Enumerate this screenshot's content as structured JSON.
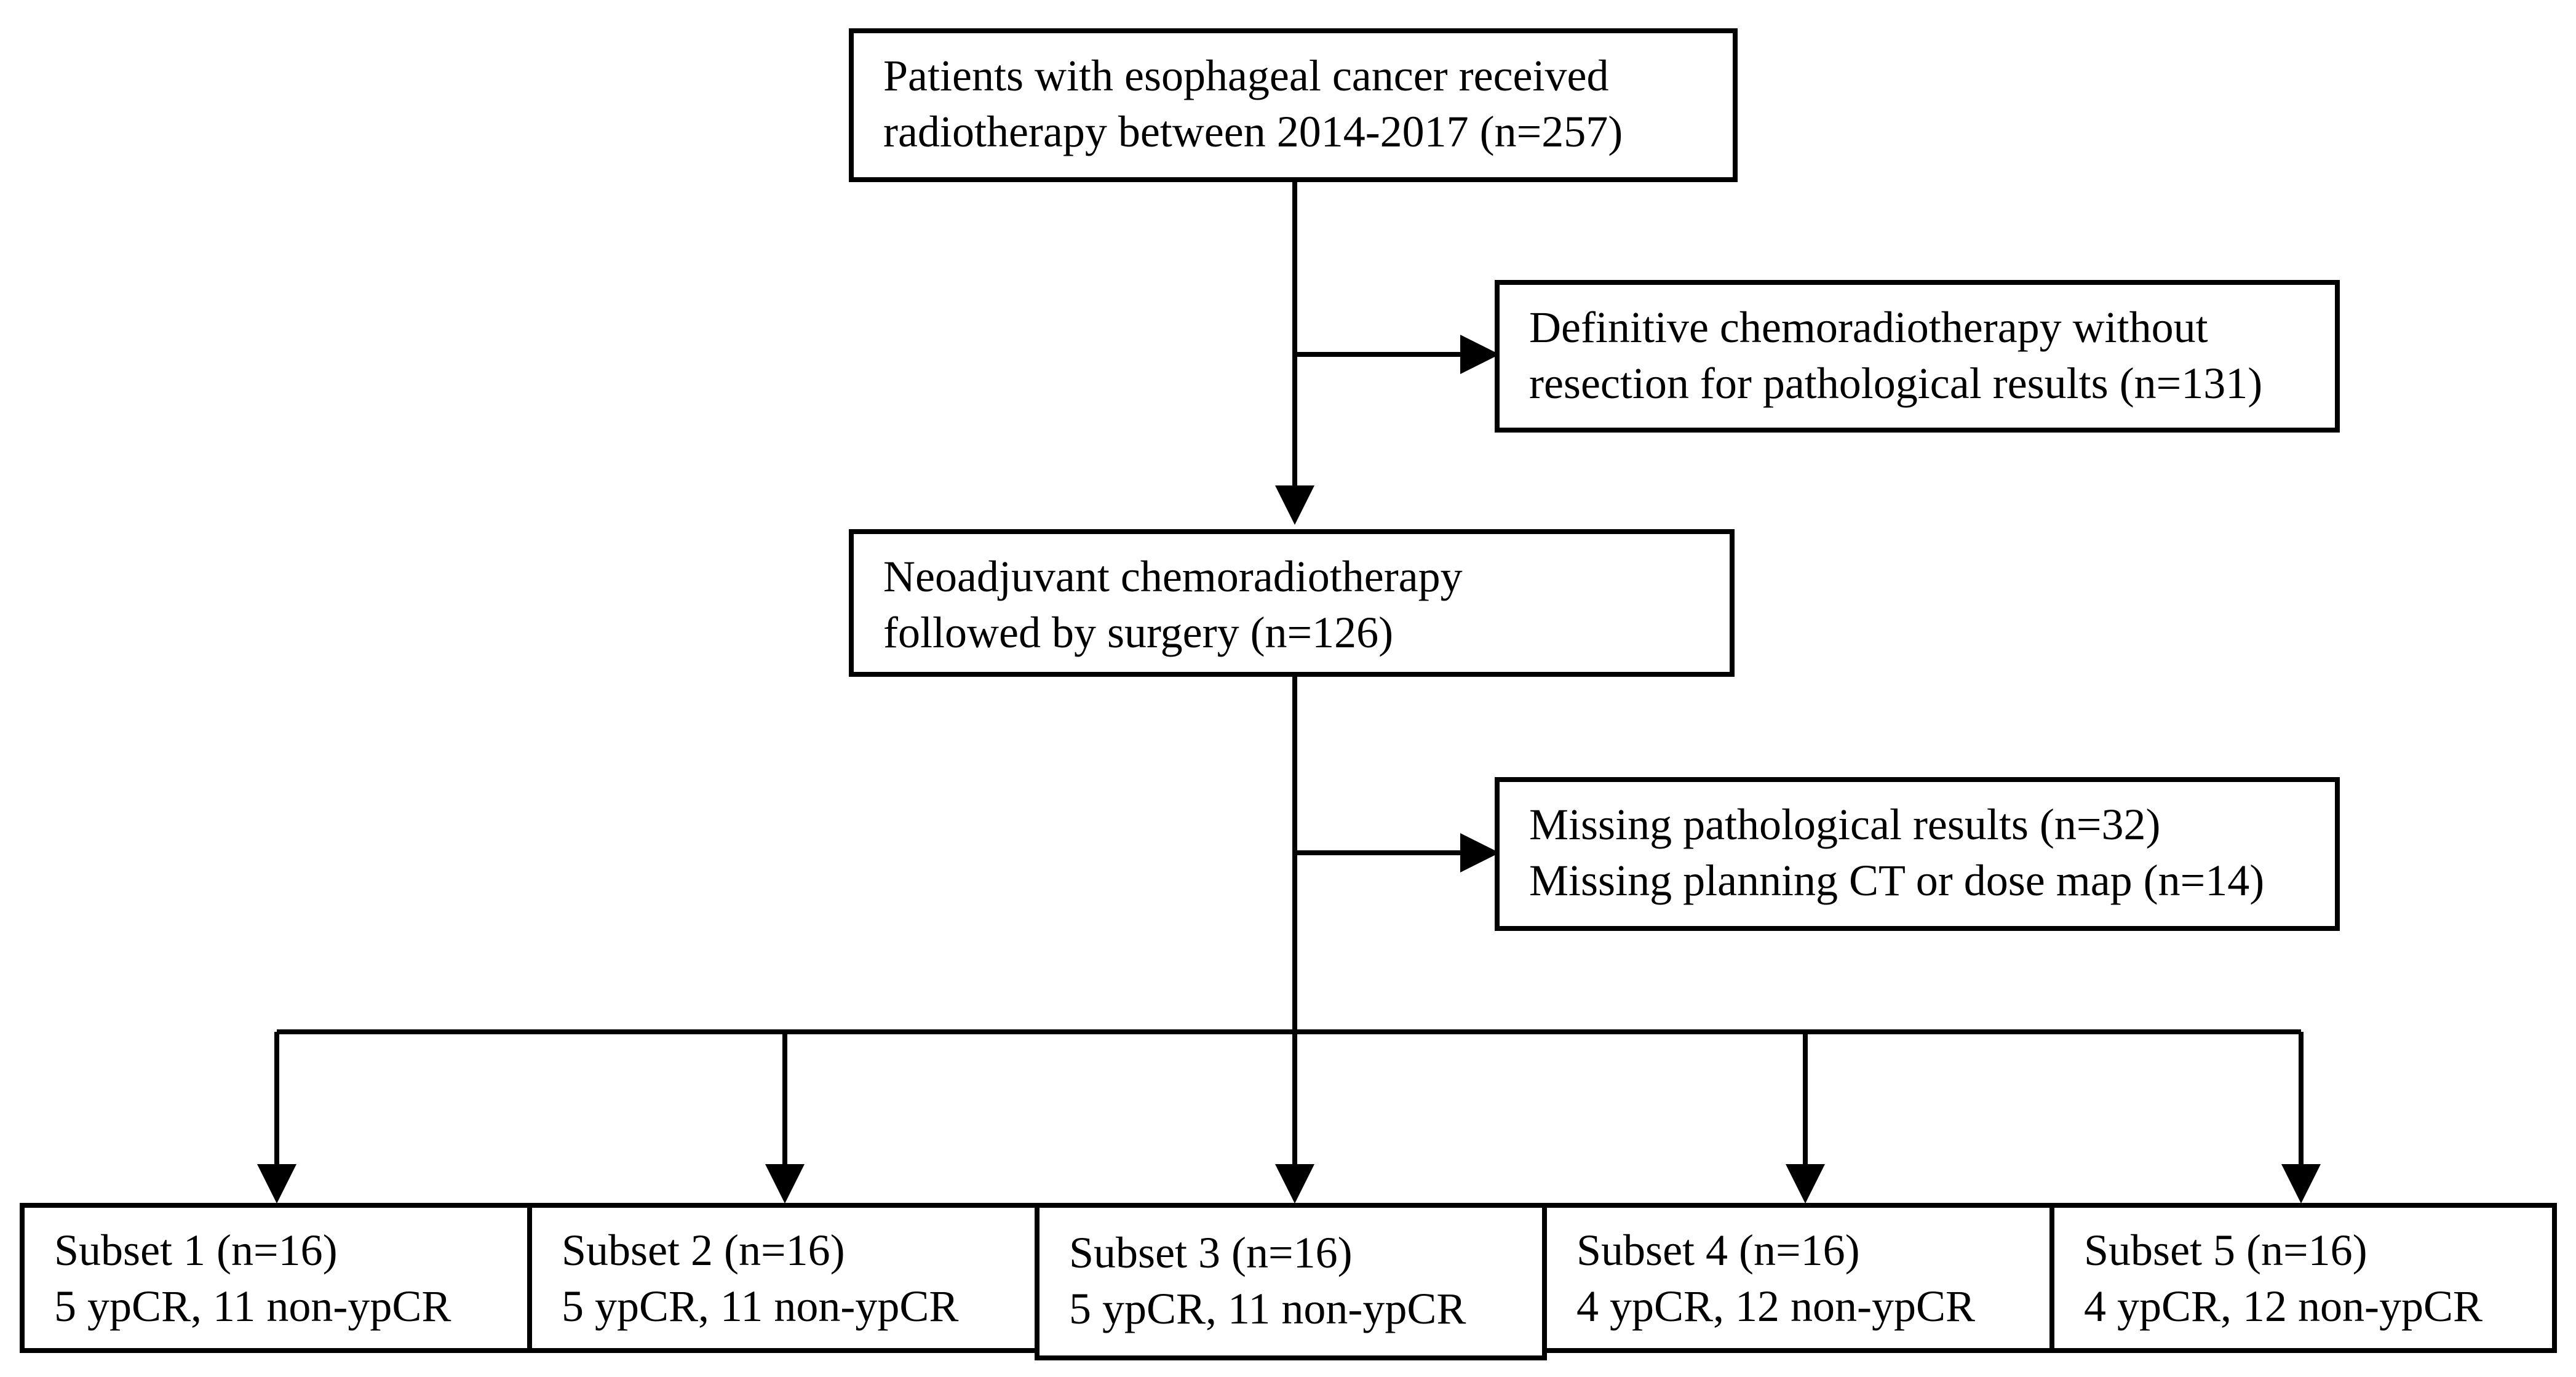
{
  "flowchart": {
    "start": {
      "line1": "Patients with esophageal cancer received",
      "line2": "radiotherapy between 2014-2017 (n=257)"
    },
    "exclusion1": {
      "line1": "Definitive  chemoradiotherapy without",
      "line2": "resection for pathological results (n=131)"
    },
    "included": {
      "line1": "Neoadjuvant chemoradiotherapy",
      "line2": "followed by surgery (n=126)"
    },
    "exclusion2": {
      "line1": "Missing pathological results (n=32)",
      "line2": "Missing planning CT or dose map (n=14)"
    },
    "subsets": [
      {
        "title": "Subset 1 (n=16)",
        "detail": "5 ypCR, 11 non-ypCR"
      },
      {
        "title": "Subset 2 (n=16)",
        "detail": "5 ypCR, 11 non-ypCR"
      },
      {
        "title": "Subset 3 (n=16)",
        "detail": "5 ypCR, 11 non-ypCR"
      },
      {
        "title": "Subset 4 (n=16)",
        "detail": "4 ypCR, 12 non-ypCR"
      },
      {
        "title": "Subset 5 (n=16)",
        "detail": "4 ypCR, 12 non-ypCR"
      }
    ]
  }
}
